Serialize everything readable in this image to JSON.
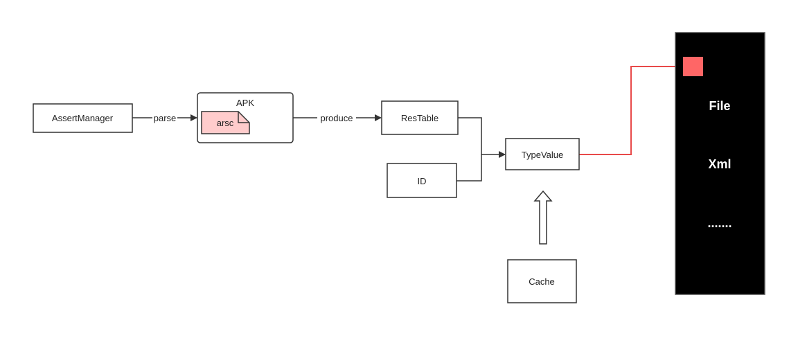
{
  "colors": {
    "stroke": "#333333",
    "red_line": "#e84a4a",
    "red_square": "#ff6666",
    "arsc_fill": "#ffcccc",
    "panel_fill": "#000000",
    "panel_text": "#ffffff",
    "text": "#222222"
  },
  "nodes": {
    "assert_manager": "AssertManager",
    "apk": "APK",
    "arsc": "arsc",
    "res_table": "ResTable",
    "id": "ID",
    "type_value": "TypeValue",
    "cache": "Cache"
  },
  "edges": {
    "parse": "parse",
    "produce": "produce"
  },
  "panel": {
    "items": [
      "File",
      "Xml",
      "......."
    ]
  }
}
